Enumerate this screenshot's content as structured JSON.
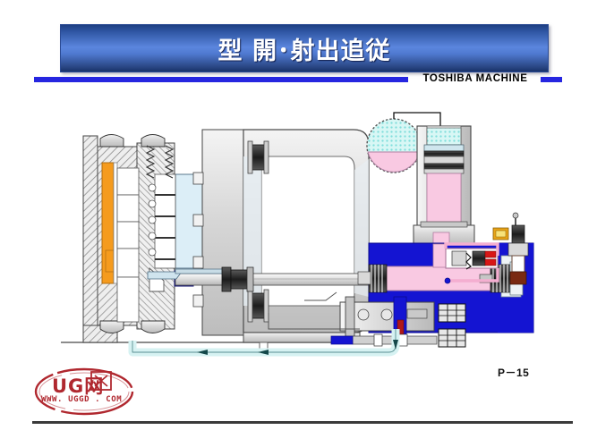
{
  "slide": {
    "title": "型 開･射出追従",
    "brand": "TOSHIBA MACHINE",
    "page_number": "P－15"
  },
  "watermark": {
    "main": "UG网",
    "sub": "WWW. UGGD . COM",
    "color": "#b0282f"
  },
  "colors": {
    "title_dark": "#1e3f82",
    "title_light": "#5b86de",
    "rule_blue": "#2626e0",
    "hydraulic_blue": "#1414d2",
    "oil_pink": "#f7c8e0",
    "gas_cyan": "#b8f0ee",
    "metal_gray": "#d4d4d4",
    "hatch_gray": "#9a9a9a",
    "heater_orange": "#f59b1e",
    "pipe_cyan": "#d6f2f2",
    "sprue_blue": "#1414b4",
    "valve_red": "#d81616",
    "solenoid_orange": "#e8a317",
    "ground_line": "#555555"
  },
  "diagram": {
    "name": "injection-molding-machine-cross-section",
    "parts": [
      {
        "id": "ground-line",
        "label": "machine base / ground line"
      },
      {
        "id": "fixed-wall",
        "label": "fixed support wall (hatched)"
      },
      {
        "id": "heater-band",
        "label": "heater band (orange)"
      },
      {
        "id": "fixed-platen",
        "label": "fixed platen (hatched)"
      },
      {
        "id": "mold-cavity",
        "label": "mold cavity block"
      },
      {
        "id": "ejector-springs",
        "label": "ejector return springs"
      },
      {
        "id": "sprue-bushing",
        "label": "sprue bushing (blue)"
      },
      {
        "id": "moving-platen",
        "label": "moving platen"
      },
      {
        "id": "c-frame",
        "label": "C-shaped machine frame"
      },
      {
        "id": "tie-bar",
        "label": "tie bar / piston rod"
      },
      {
        "id": "tie-bar-nut",
        "label": "tie bar nut"
      },
      {
        "id": "accumulator",
        "label": "gas accumulator (cyan gas / pink oil)"
      },
      {
        "id": "accumulator-line",
        "label": "accumulator charge line"
      },
      {
        "id": "vertical-cylinder",
        "label": "vertical booster cylinder"
      },
      {
        "id": "cylinder-piston",
        "label": "booster cylinder piston"
      },
      {
        "id": "manifold-block",
        "label": "hydraulic manifold block (blue)"
      },
      {
        "id": "clamp-cylinder",
        "label": "clamping cylinder chamber (pink oil)"
      },
      {
        "id": "bellows-left",
        "label": "left bellows seal"
      },
      {
        "id": "bellows-right",
        "label": "right bellows seal"
      },
      {
        "id": "prefill-valve",
        "label": "prefill valve with spring"
      },
      {
        "id": "solenoid-valve",
        "label": "solenoid pilot valve"
      },
      {
        "id": "solenoid-coil",
        "label": "solenoid coil (orange)"
      },
      {
        "id": "injection-cylinder",
        "label": "injection cylinder assembly"
      },
      {
        "id": "valve-symbol-upper",
        "label": "directional valve symbol (upper)"
      },
      {
        "id": "valve-symbol-lower",
        "label": "directional valve symbol (lower)"
      },
      {
        "id": "return-pipe",
        "label": "return oil pipe (cyan) with flow arrows"
      },
      {
        "id": "flow-arrow-1",
        "label": "flow direction arrow"
      },
      {
        "id": "flow-arrow-2",
        "label": "flow direction arrow"
      },
      {
        "id": "flow-arrow-3",
        "label": "flow direction arrow"
      }
    ]
  }
}
